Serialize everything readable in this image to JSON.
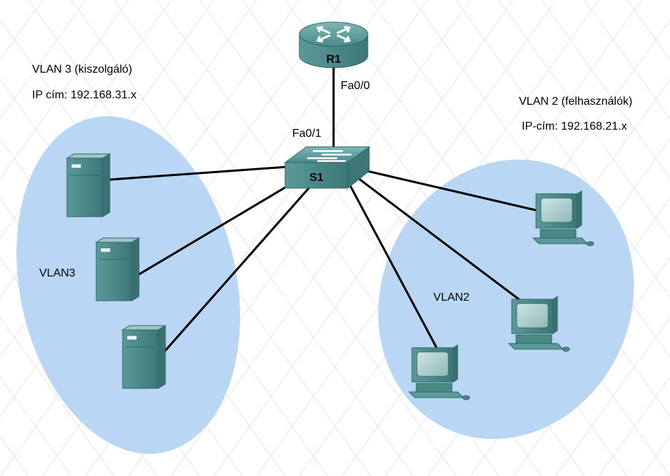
{
  "router": {
    "label": "R1",
    "port": "Fa0/0"
  },
  "switch": {
    "label": "S1",
    "uplink_port": "Fa0/1"
  },
  "vlan3": {
    "title": "VLAN 3 (kiszolgáló)",
    "ip": "IP cím: 192.168.31.x",
    "tag": "VLAN3",
    "device_icon": "server-icon",
    "device_count": 3
  },
  "vlan2": {
    "title": "VLAN 2 (felhasználók)",
    "ip": "IP-cím: 192.168.21.x",
    "tag": "VLAN2",
    "device_icon": "pc-icon",
    "device_count": 3
  },
  "colors": {
    "vlan_region": "#b9d7f4",
    "device_teal": "#4f8f8f",
    "link": "#000000",
    "grid": "#e2e5ea"
  }
}
